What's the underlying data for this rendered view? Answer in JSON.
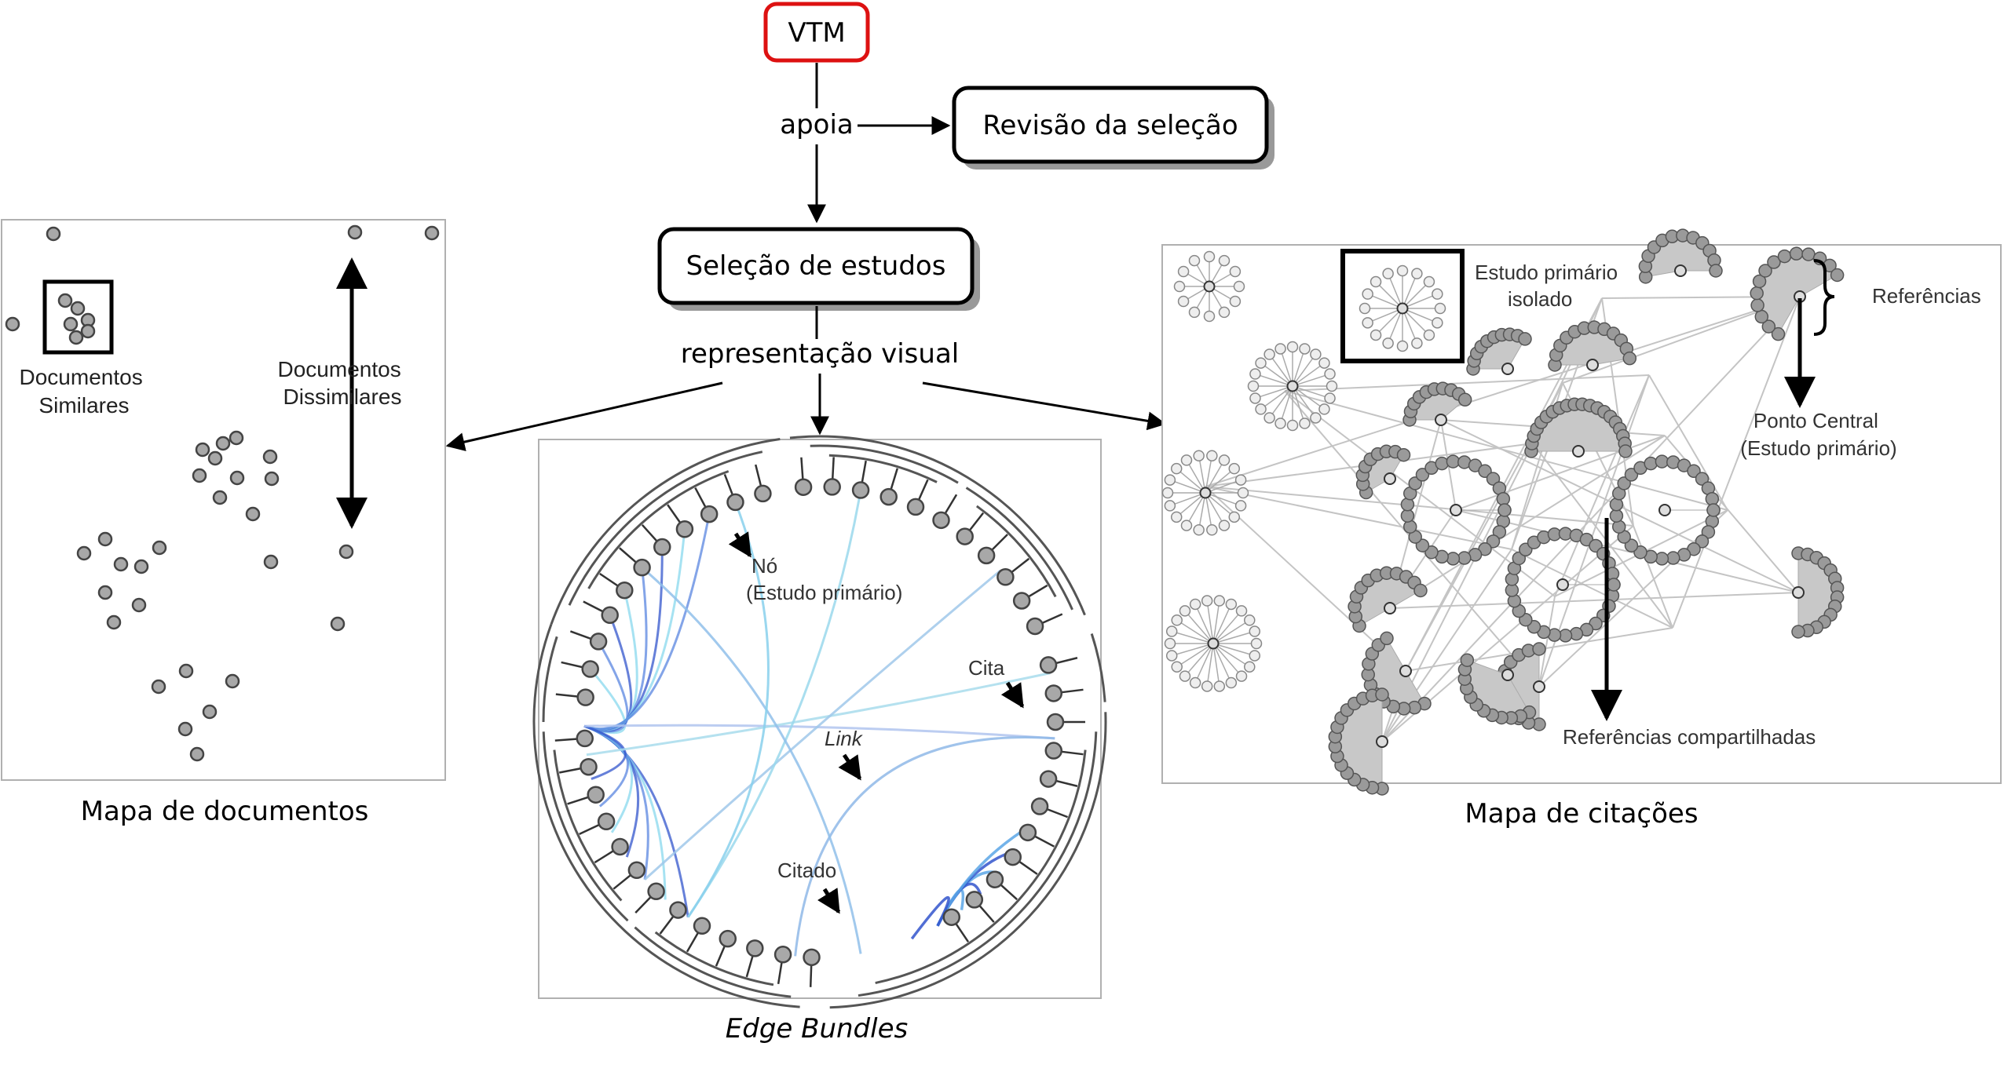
{
  "top": {
    "vtm_label": "VTM",
    "apoia_label": "apoia",
    "revisao_label": "Revisão da seleção",
    "selecao_label": "Seleção de estudos",
    "representacao_label": "representação visual"
  },
  "doc_map": {
    "similares_label": "Documentos\nSimilares",
    "similares_line1": "Documentos",
    "similares_line2": "Similares",
    "dissimilares_line1": "Documentos",
    "dissimilares_line2": "Dissimilares",
    "caption": "Mapa de documentos"
  },
  "edge_bundles": {
    "no_line1": "Nó",
    "no_line2": "(Estudo primário)",
    "cita_label": "Cita",
    "link_label": "Link",
    "citado_label": "Citado",
    "caption": "Edge Bundles"
  },
  "citation_map": {
    "isolado_line1": "Estudo primário",
    "isolado_line2": "isolado",
    "referencias_label": "Referências",
    "ponto_line1": "Ponto Central",
    "ponto_line2": "(Estudo primário)",
    "compartilhadas_label": "Referências compartilhadas",
    "caption": "Mapa de citações"
  },
  "colors": {
    "vtm_border": "#dd1111",
    "node_fill": "#a8a8a8",
    "node_stroke": "#444444",
    "frame_stroke": "#b0b0b0",
    "bundle_dark": "#3355cc",
    "bundle_light": "#88d8ee"
  }
}
